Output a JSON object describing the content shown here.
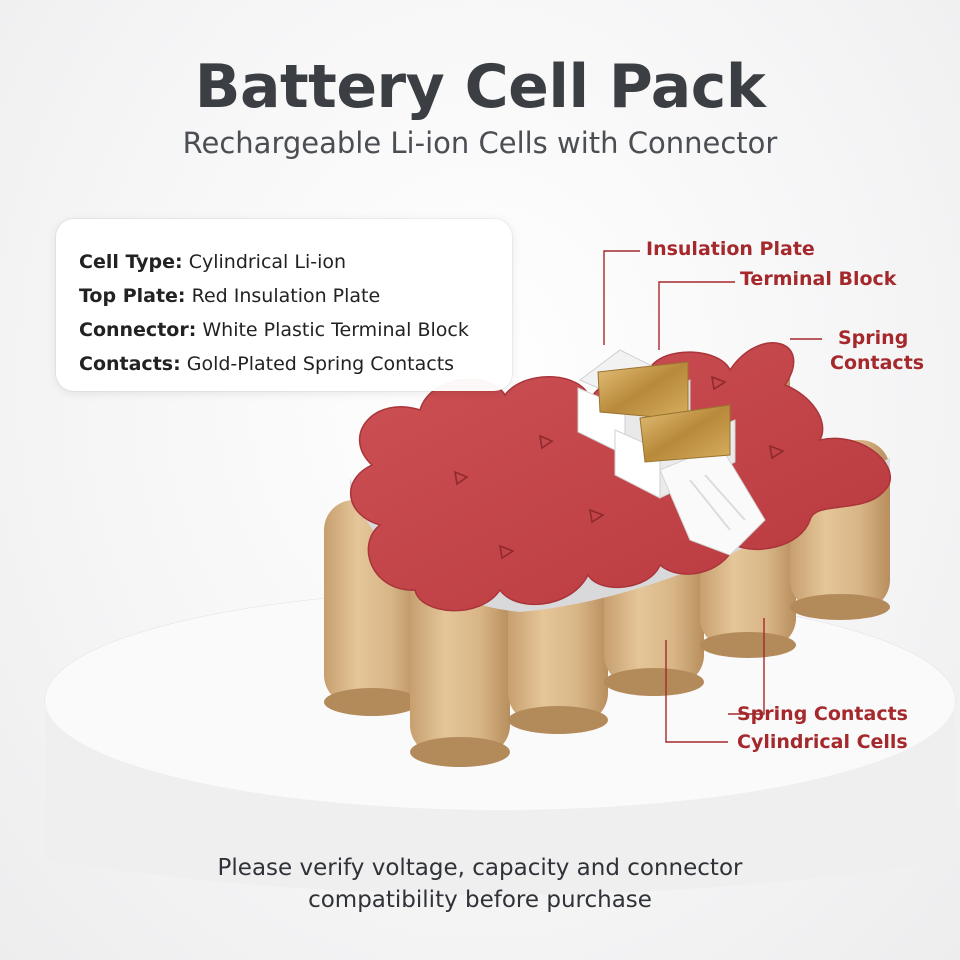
{
  "header": {
    "title": "Battery Cell Pack",
    "subtitle": "Rechargeable Li-ion Cells with Connector"
  },
  "specs": [
    {
      "key": "Cell Type:",
      "value": "Cylindrical Li-ion"
    },
    {
      "key": "Top Plate:",
      "value": "Red Insulation Plate"
    },
    {
      "key": "Connector:",
      "value": "White Plastic Terminal Block"
    },
    {
      "key": "Contacts:",
      "value": "Gold-Plated Spring Contacts"
    }
  ],
  "callouts": {
    "insulation_plate": "Insulation Plate",
    "terminal_block": "Terminal Block",
    "spring_contacts_top_line1": "Spring",
    "spring_contacts_top_line2": "Contacts",
    "spring_contacts_bottom": "Spring Contacts",
    "cylindrical_cells": "Cylindrical Cells"
  },
  "footer": {
    "line1": "Please verify voltage, capacity and connector",
    "line2": "compatibility before purchase"
  },
  "colors": {
    "title": "#3b3e43",
    "callout": "#a5292c",
    "plate_red": "#c5464a",
    "cell_kraft": "#d7b487",
    "connector_white": "#f8f8f8",
    "contact_gold": "#c9a04a"
  }
}
